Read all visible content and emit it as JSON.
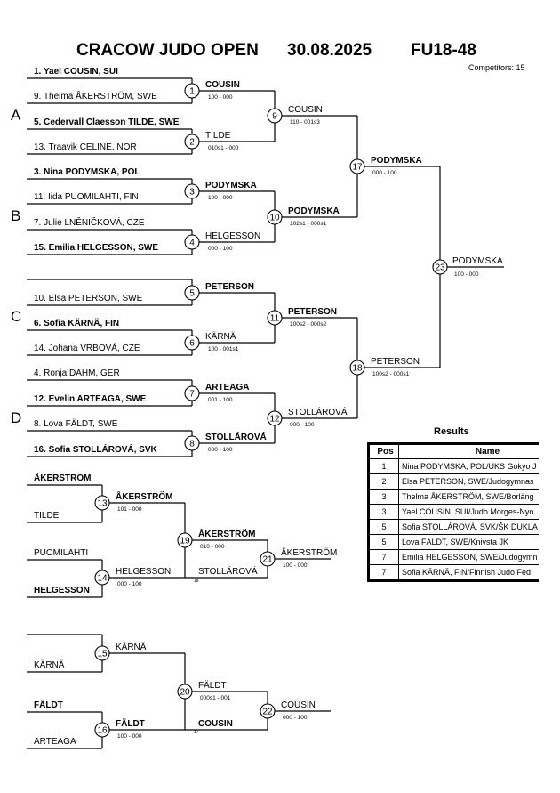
{
  "header": {
    "event": "CRACOW JUDO OPEN",
    "date": "30.08.2025",
    "category": "FU18-48",
    "competitors": "Competitors: 15"
  },
  "pools": [
    "A",
    "B",
    "C",
    "D"
  ],
  "entries": [
    {
      "text": "1. Yael COUSIN, SUI",
      "bold": true
    },
    {
      "text": "9. Thelma ÅKERSTRÖM, SWE",
      "bold": false
    },
    {
      "text": "5. Cedervall Claesson TILDE, SWE",
      "bold": true
    },
    {
      "text": "13. Traavik CELINE, NOR",
      "bold": false
    },
    {
      "text": "3. Nina PODYMSKA, POL",
      "bold": true
    },
    {
      "text": "11. Iida PUOMILAHTI, FIN",
      "bold": false
    },
    {
      "text": "7. Julie LNĚNIČKOVÁ, CZE",
      "bold": false
    },
    {
      "text": "15. Emilia HELGESSON, SWE",
      "bold": true
    },
    {
      "text": "10. Elsa PETERSON, SWE",
      "bold": false
    },
    {
      "text": "6. Sofia KÄRNÄ, FIN",
      "bold": true
    },
    {
      "text": "14. Johana VRBOVÁ, CZE",
      "bold": false
    },
    {
      "text": "4. Ronja DAHM, GER",
      "bold": false
    },
    {
      "text": "12. Evelin ARTEAGA, SWE",
      "bold": true
    },
    {
      "text": "8. Lova FÄLDT, SWE",
      "bold": false
    },
    {
      "text": "16. Sofia STOLLÁROVÁ, SVK",
      "bold": true
    }
  ],
  "main_matches": [
    {
      "no": "1",
      "winner": "COUSIN",
      "score": "100 - 000"
    },
    {
      "no": "2",
      "winner": "TILDE",
      "score": "010s1 - 000"
    },
    {
      "no": "3",
      "winner": "PODYMSKA",
      "score": "100 - 000"
    },
    {
      "no": "4",
      "winner": "HELGESSON",
      "score": "000 - 100"
    },
    {
      "no": "5",
      "winner": "PETERSON",
      "score": ""
    },
    {
      "no": "6",
      "winner": "KÄRNÄ",
      "score": "100 - 001s1"
    },
    {
      "no": "7",
      "winner": "ARTEAGA",
      "score": "001 - 100"
    },
    {
      "no": "8",
      "winner": "STOLLÁROVÁ",
      "score": "000 - 100"
    },
    {
      "no": "9",
      "winner": "COUSIN",
      "score": "110 - 001s3"
    },
    {
      "no": "10",
      "winner": "PODYMSKA",
      "score": "102s1 - 000s1"
    },
    {
      "no": "11",
      "winner": "PETERSON",
      "score": "100s2 - 000s2"
    },
    {
      "no": "12",
      "winner": "STOLLÁROVÁ",
      "score": "000 - 100"
    },
    {
      "no": "17",
      "winner": "PODYMSKA",
      "score": "000 - 100"
    },
    {
      "no": "18",
      "winner": "PETERSON",
      "score": "100s2 - 000s1"
    },
    {
      "no": "23",
      "winner": "PODYMSKA",
      "score": "100 - 000"
    }
  ],
  "repechage": {
    "names": [
      "ÅKERSTRÖM",
      "TILDE",
      "PUOMILAHTI",
      "HELGESSON",
      "KÄRNÄ",
      "FÄLDT",
      "ARTEAGA"
    ],
    "matches": [
      {
        "no": "13",
        "winner": "ÅKERSTRÖM",
        "score": "101 - 000"
      },
      {
        "no": "14",
        "winner": "HELGESSON",
        "score": "000 - 100"
      },
      {
        "no": "19",
        "winner": "ÅKERSTRÖM",
        "score": "010 - 000"
      },
      {
        "no": "19b",
        "winner": "STOLLÁROVÁ",
        "score": "18"
      },
      {
        "no": "21",
        "winner": "ÅKERSTRÖM",
        "score": "100 - 000"
      },
      {
        "no": "15",
        "winner": "KÄRNÄ",
        "score": ""
      },
      {
        "no": "16",
        "winner": "FÄLDT",
        "score": "100 - 000"
      },
      {
        "no": "20",
        "winner": "FÄLDT",
        "score": "000s1 - 001"
      },
      {
        "no": "20b",
        "winner": "COUSIN",
        "score": "17"
      },
      {
        "no": "22",
        "winner": "COUSIN",
        "score": "000 - 100"
      }
    ]
  },
  "results": {
    "title": "Results",
    "headers": [
      "Pos",
      "Name"
    ],
    "rows": [
      {
        "pos": "1",
        "name": "Nina PODYMSKA, POL/UKS Gokyo J"
      },
      {
        "pos": "2",
        "name": "Elsa PETERSON, SWE/Judogymnas"
      },
      {
        "pos": "3",
        "name": "Thelma ÅKERSTRÖM, SWE/Borläng"
      },
      {
        "pos": "3",
        "name": "Yael COUSIN, SUI/Judo Morges-Nyo"
      },
      {
        "pos": "5",
        "name": "Sofia STOLLÁROVÁ, SVK/ŠK DUKLA"
      },
      {
        "pos": "5",
        "name": "Lova FÄLDT, SWE/Knivsta JK"
      },
      {
        "pos": "7",
        "name": "Emilia HELGESSON, SWE/Judogymn"
      },
      {
        "pos": "7",
        "name": "Sofia KÄRNÄ, FIN/Finnish Judo Fed"
      }
    ]
  }
}
